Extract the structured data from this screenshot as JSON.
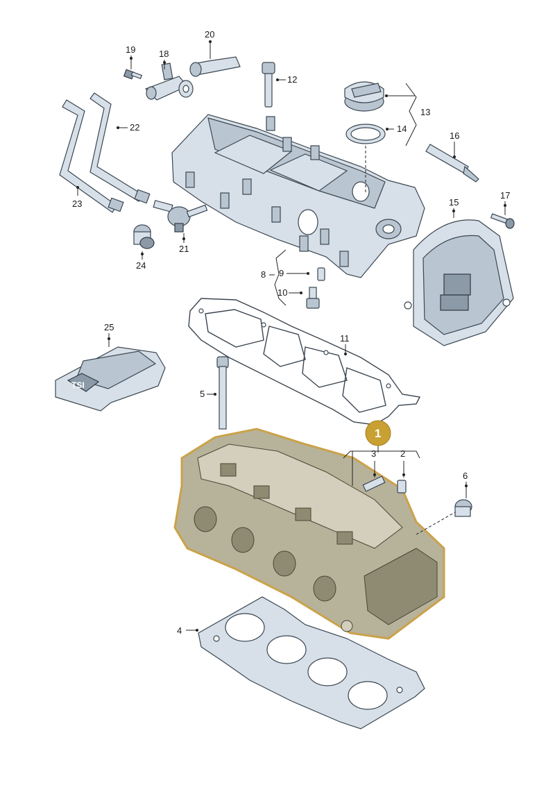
{
  "diagram": {
    "callouts": {
      "p1": "1",
      "p2": "2",
      "p3": "3",
      "p4": "4",
      "p5": "5",
      "p6": "6",
      "p8": "8",
      "p9": "9",
      "p10": "10",
      "p11": "11",
      "p12": "12",
      "p13": "13",
      "p14": "14",
      "p15": "15",
      "p16": "16",
      "p17": "17",
      "p18": "18",
      "p19": "19",
      "p20": "20",
      "p21": "21",
      "p22": "22",
      "p23": "23",
      "p24": "24",
      "p25": "25"
    },
    "highlighted_part": "1",
    "engine_cover_text": "TSI",
    "colors": {
      "highlight": "#c9a032",
      "highlight_outline": "#caa24a",
      "part_fill": "#d7e0e8"
    }
  }
}
